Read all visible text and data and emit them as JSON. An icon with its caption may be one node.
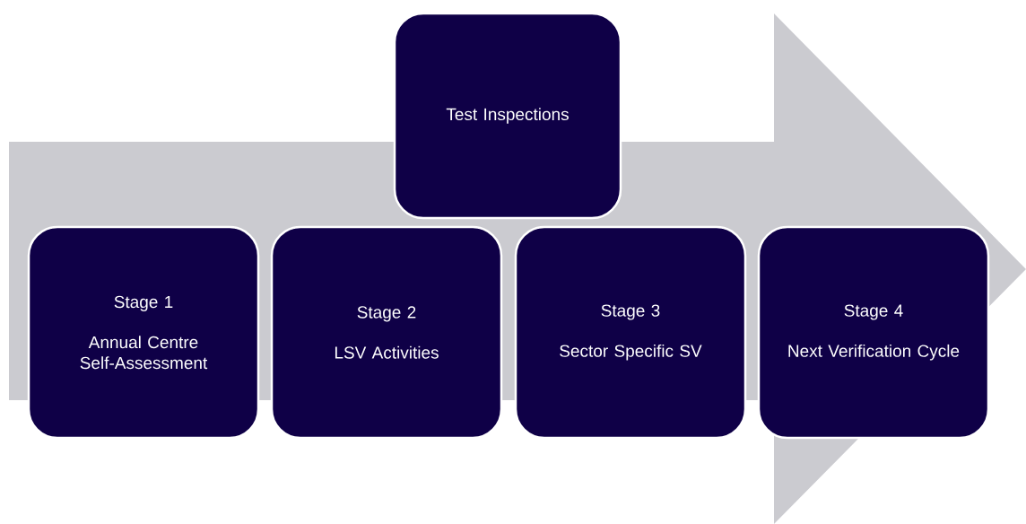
{
  "diagram": {
    "nodes": [
      {
        "text": [
          "Test Inspections"
        ]
      },
      {
        "text": [
          "Stage 1",
          "Annual Centre Self-Assessment"
        ]
      },
      {
        "text": [
          "Stage 2",
          "LSV Activities"
        ]
      },
      {
        "text": [
          "Stage 3",
          "Sector Specific SV"
        ]
      },
      {
        "text": [
          "Stage 4",
          "Next Verification Cycle"
        ]
      }
    ]
  }
}
